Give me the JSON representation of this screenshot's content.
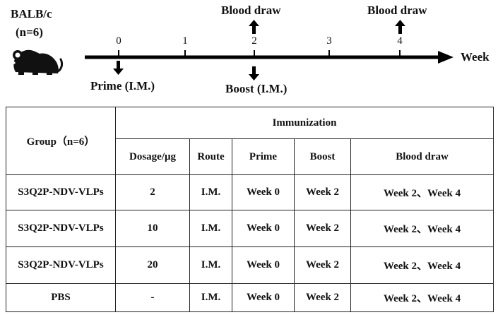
{
  "subject": {
    "strain": "BALB/c",
    "n": "(n=6)",
    "icon": "mouse-icon"
  },
  "timeline": {
    "unit_label": "Week",
    "ticks": [
      "0",
      "1",
      "2",
      "3",
      "4"
    ],
    "events": {
      "blood_draw_1": "Blood draw",
      "blood_draw_2": "Blood draw",
      "prime": "Prime (I.M.)",
      "boost": "Boost (I.M.)"
    }
  },
  "table": {
    "group_header": "Group（n=6）",
    "immunization_header": "Immunization",
    "columns": [
      "Dosage/μg",
      "Route",
      "Prime",
      "Boost",
      "Blood draw"
    ],
    "rows": [
      [
        "S3Q2P-NDV-VLPs",
        "2",
        "I.M.",
        "Week 0",
        "Week 2",
        "Week 2、Week 4"
      ],
      [
        "S3Q2P-NDV-VLPs",
        "10",
        "I.M.",
        "Week 0",
        "Week 2",
        "Week 2、Week 4"
      ],
      [
        "S3Q2P-NDV-VLPs",
        "20",
        "I.M.",
        "Week 0",
        "Week 2",
        "Week 2、Week 4"
      ],
      [
        "PBS",
        "-",
        "I.M.",
        "Week 0",
        "Week 2",
        "Week 2、Week 4"
      ]
    ]
  }
}
